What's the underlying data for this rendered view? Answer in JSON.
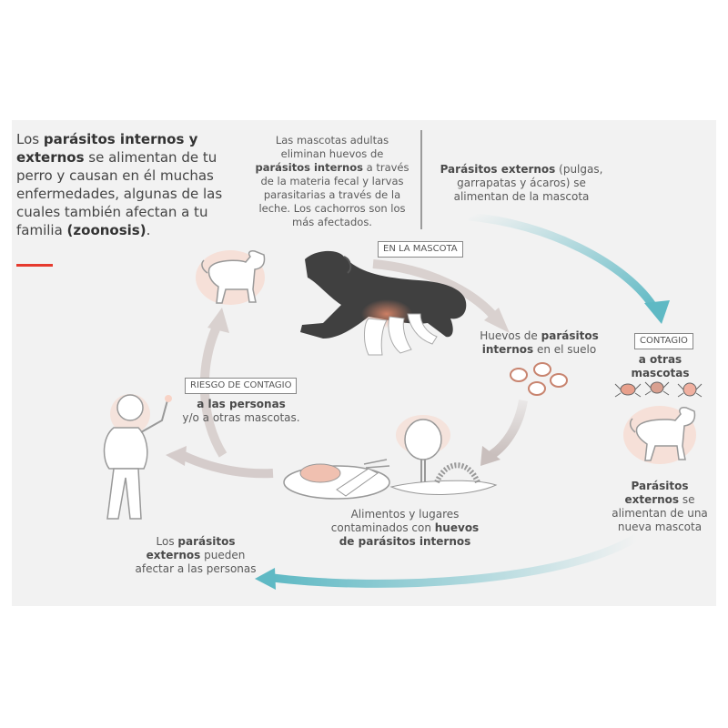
{
  "intro": {
    "t1": "Los ",
    "b1": "parásitos internos y externos",
    "t2": " se alimentan de tu perro y causan en él muchas enfermedades, algunas de las cuales también afectan a tu familia ",
    "b2": "(zoonosis)",
    "t3": "."
  },
  "top_text": {
    "t1": "Las mascotas adultas eliminan huevos de ",
    "b1": "parásitos internos",
    "t2": " a través de la materia fecal y larvas parasitarias a través de la leche. Los cachorros son los más afectados."
  },
  "external_top": {
    "b1": "Parásitos externos",
    "t1": " (pulgas, garrapatas y ácaros) se alimentan de la mascota"
  },
  "label_mascota": "EN LA MASCOTA",
  "label_contagio": "CONTAGIO",
  "label_riesgo": "RIESGO DE CONTAGIO",
  "eggs_text": {
    "t1": "Huevos de ",
    "b1": "parásitos internos",
    "t2": " en el suelo"
  },
  "contagio_sub": "a otras mascotas",
  "new_pet_text": {
    "b1": "Parásitos externos",
    "t1": " se alimentan de una nueva mascota"
  },
  "riesgo_text": {
    "b1": "a las personas",
    "t1": "y/o a otras mascotas."
  },
  "food_text": {
    "t1": "Alimentos y lugares contaminados con ",
    "b1": "huevos de parásitos internos"
  },
  "people_text": {
    "t1": "Los ",
    "b1": "parásitos externos",
    "t2": " pueden afectar a las personas"
  },
  "colors": {
    "accent_red": "#e63a2e",
    "teal_arrow": "#5fb9c4",
    "grey_arrow": "#c9bfbd",
    "dark_dog": "#404040",
    "salmon_glow": "#f2b8a8"
  }
}
